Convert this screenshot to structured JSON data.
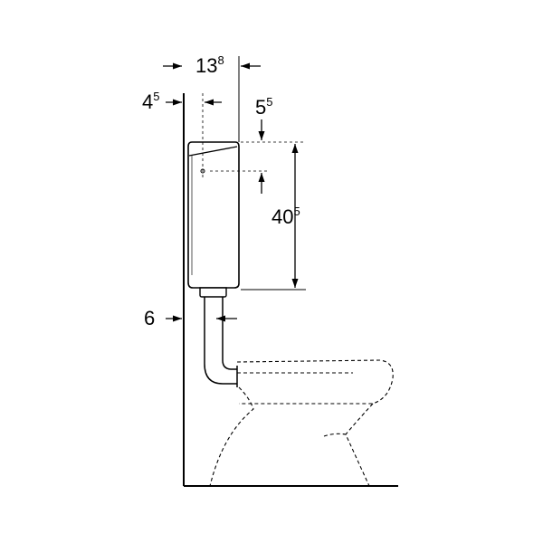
{
  "dimensions": {
    "top_width": {
      "main": "13",
      "sup": "8"
    },
    "wall_offset": {
      "main": "4",
      "sup": "5"
    },
    "top_offset": {
      "main": "5",
      "sup": "5"
    },
    "cistern_height": {
      "main": "40",
      "sup": "5"
    },
    "pipe_offset": {
      "main": "6",
      "sup": ""
    }
  },
  "colors": {
    "line": "#000000",
    "fill": "#ffffff"
  }
}
